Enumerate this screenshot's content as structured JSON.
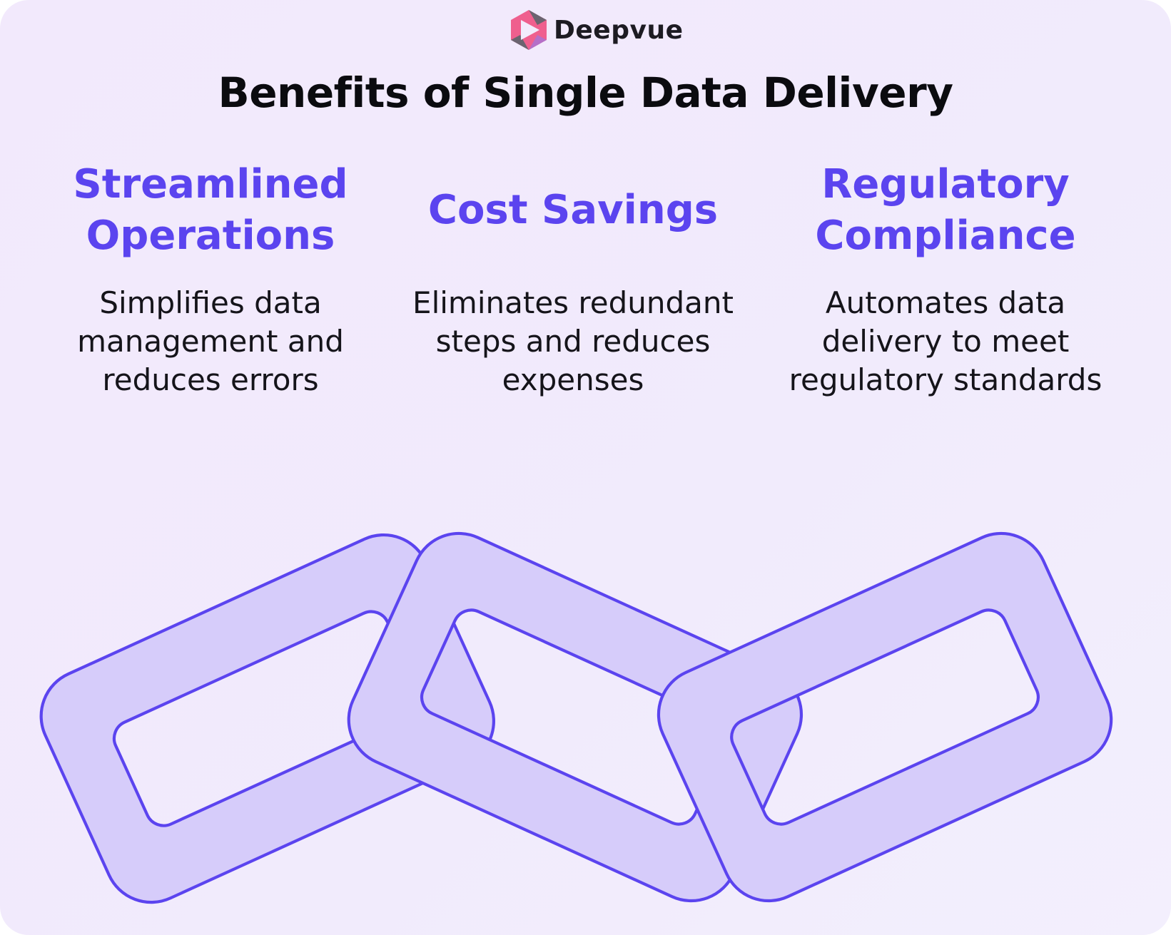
{
  "brand": {
    "name": "Deepvue",
    "logo_icon": "hexagon-play-logo"
  },
  "title": "Benefits of Single Data Delivery",
  "benefits": [
    {
      "heading": "Streamlined Operations",
      "description": "Simplifies data management and reduces errors"
    },
    {
      "heading": "Cost Savings",
      "description": "Eliminates redundant steps and reduces expenses"
    },
    {
      "heading": "Regulatory Compliance",
      "description": "Automates data delivery to meet regulatory standards"
    }
  ],
  "colors": {
    "accent": "#5b44ef",
    "link_fill": "#d6ccfa",
    "background": "#f2ebfc"
  }
}
